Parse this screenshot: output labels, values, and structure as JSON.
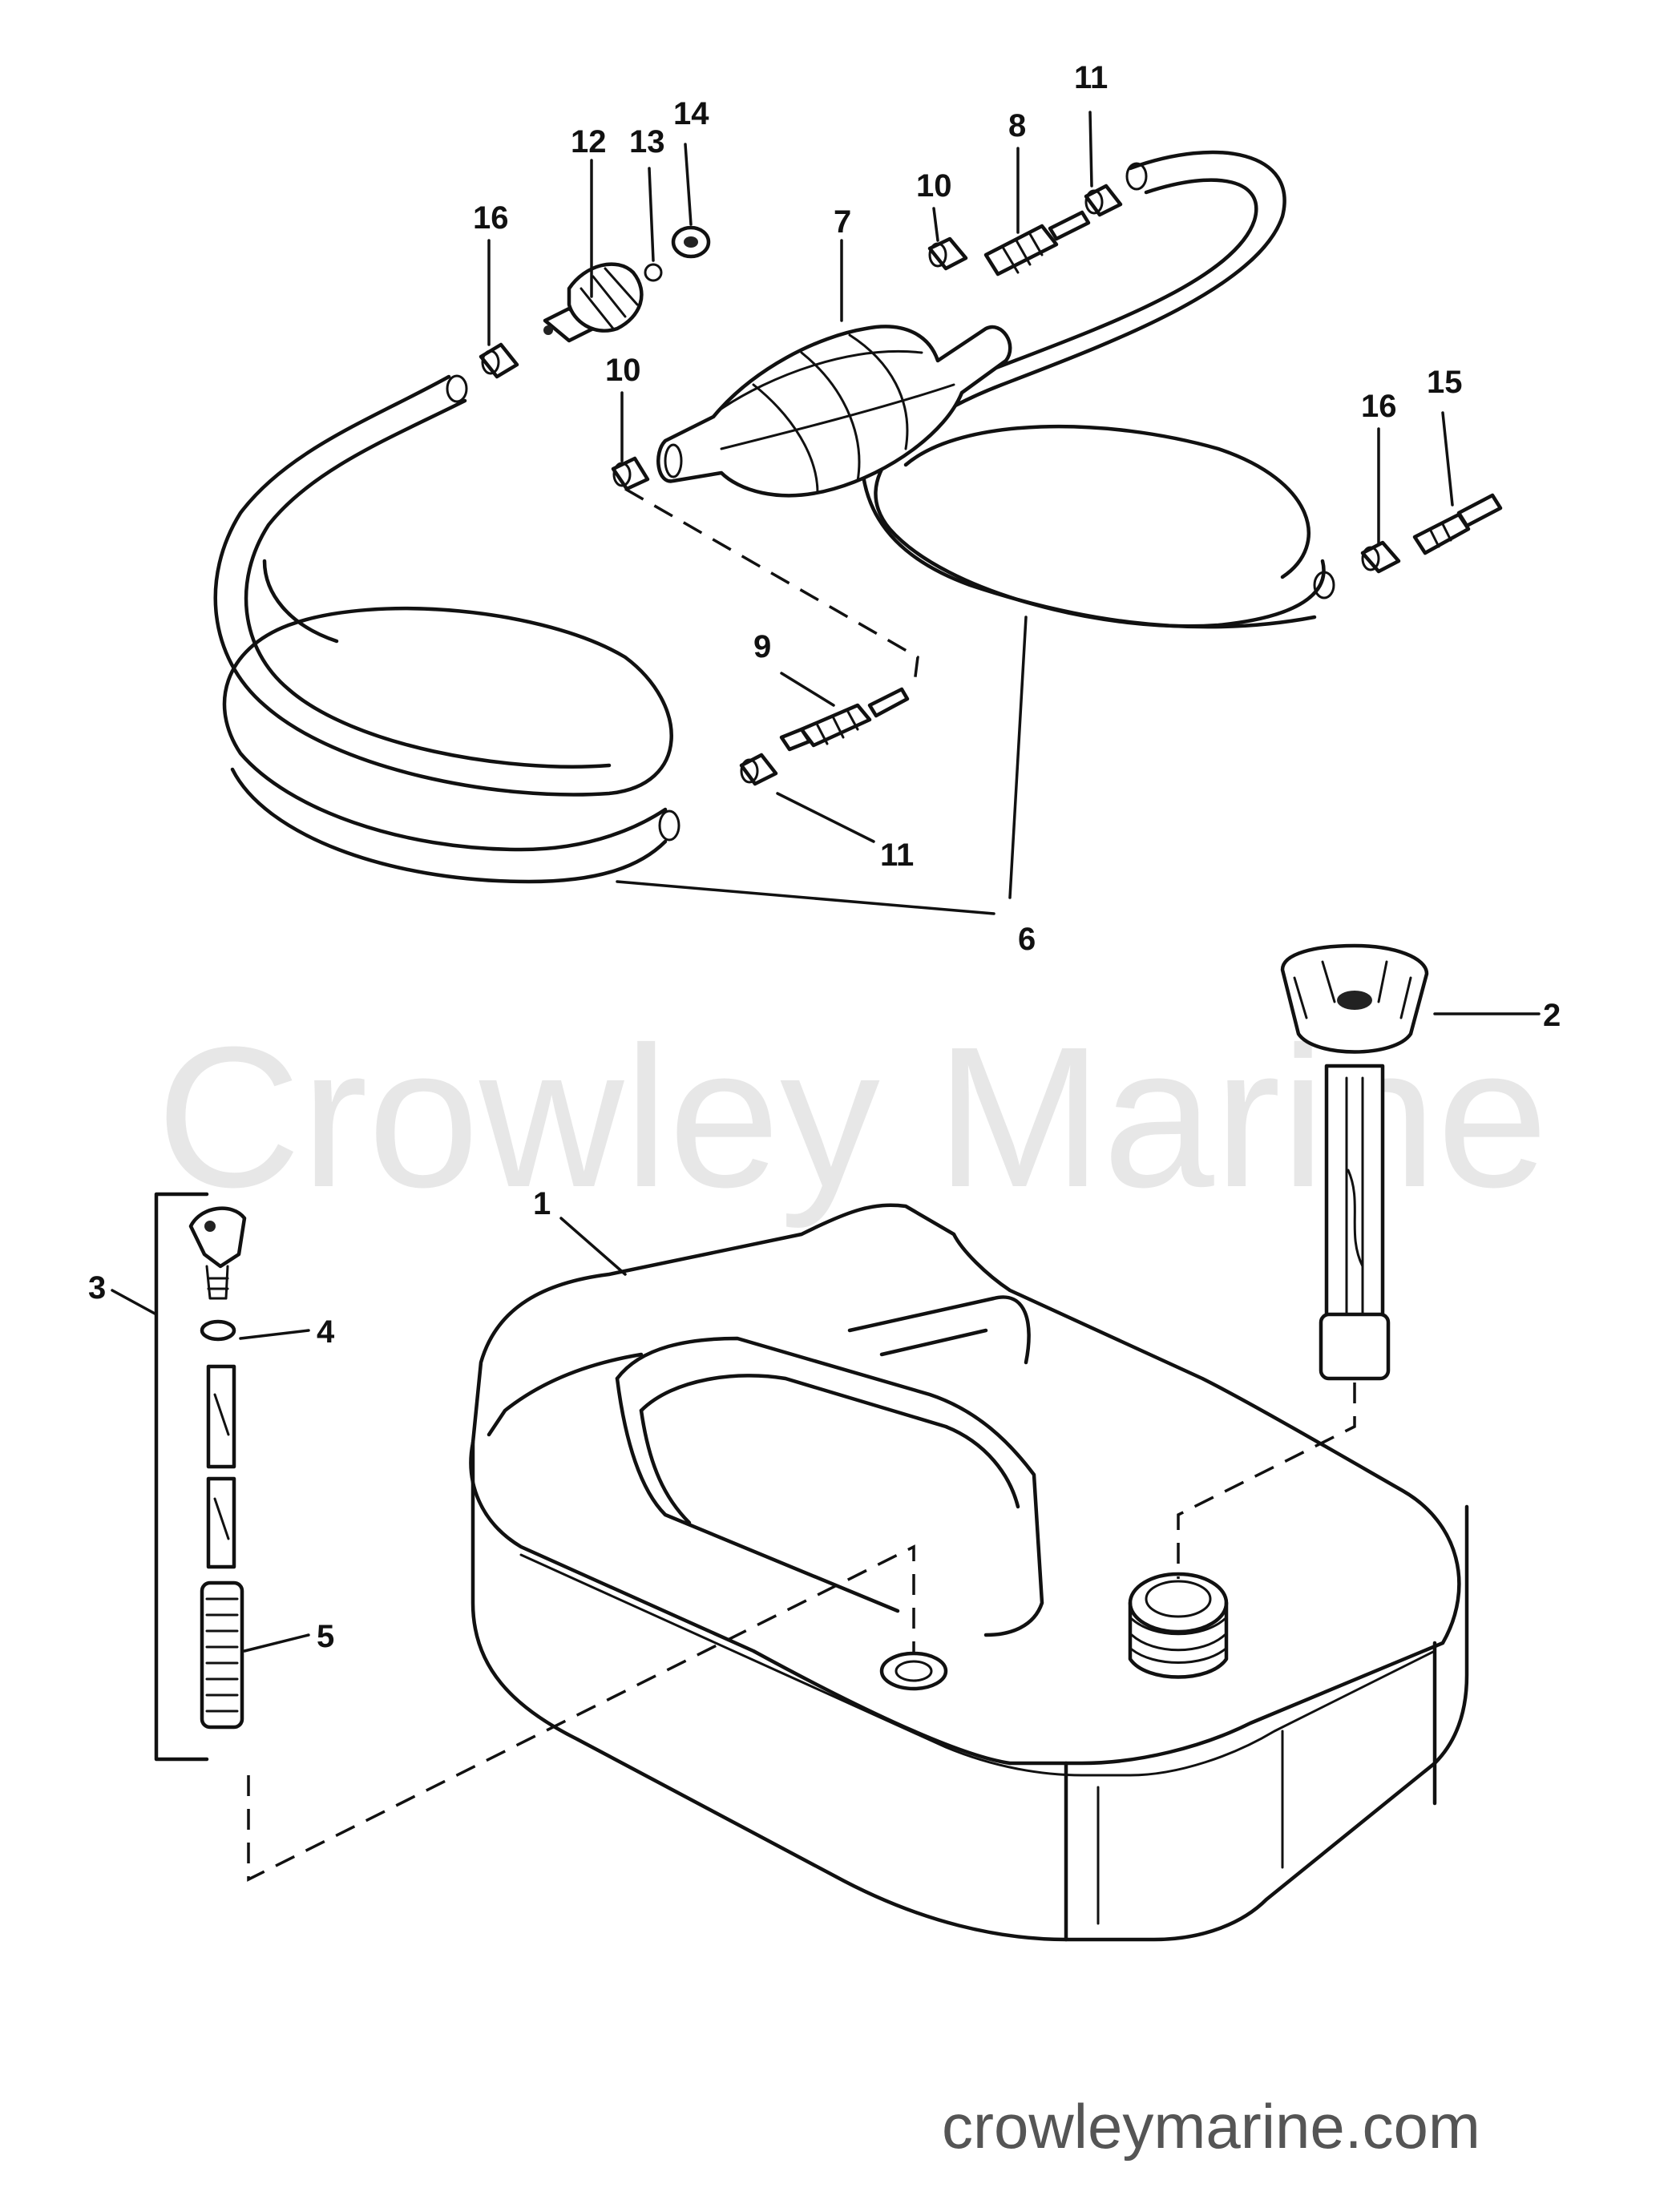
{
  "watermark": "Crowley Marine",
  "footer_url": "crowleymarine.com",
  "callouts": {
    "c1": "1",
    "c2": "2",
    "c3": "3",
    "c4": "4",
    "c5": "5",
    "c6": "6",
    "c7": "7",
    "c8": "8",
    "c9": "9",
    "c10a": "10",
    "c10b": "10",
    "c11a": "11",
    "c11b": "11",
    "c12": "12",
    "c13": "13",
    "c14": "14",
    "c15": "15",
    "c16a": "16",
    "c16b": "16"
  },
  "colors": {
    "ink": "#111111",
    "watermark": "#e7e7e7",
    "url": "#555555"
  }
}
